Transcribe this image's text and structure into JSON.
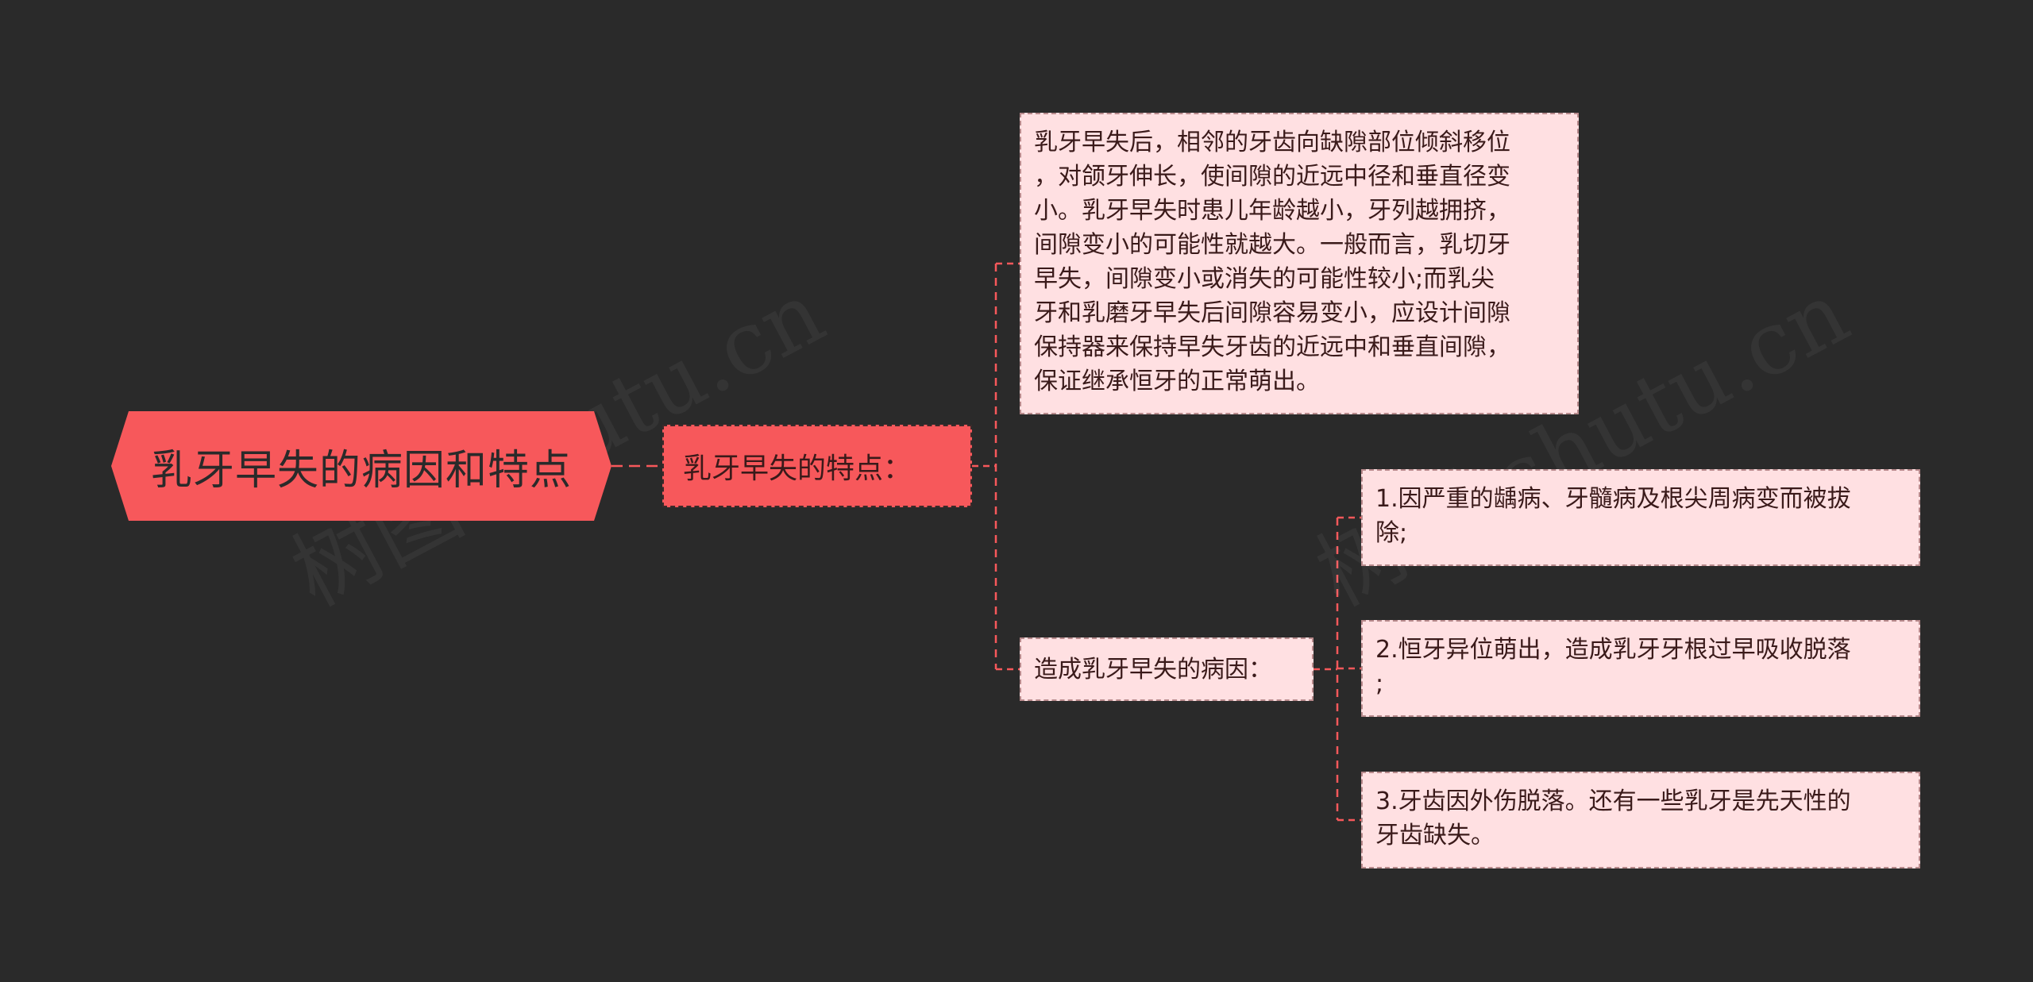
{
  "root": {
    "label": "乳牙早失的病因和特点"
  },
  "branches": [
    {
      "label": "乳牙早失的特点：",
      "children": [
        {
          "label": "乳牙早失后，相邻的牙齿向缺隙部位倾斜移位\n，对颌牙伸长，使间隙的近远中径和垂直径变\n小。乳牙早失时患儿年龄越小，牙列越拥挤，\n间隙变小的可能性就越大。一般而言，乳切牙\n早失，间隙变小或消失的可能性较小;而乳尖\n牙和乳磨牙早失后间隙容易变小，应设计间隙\n保持器来保持早失牙齿的近远中和垂直间隙，\n保证继承恒牙的正常萌出。"
        },
        {
          "label": "造成乳牙早失的病因：",
          "children": [
            {
              "label": "1.因严重的龋病、牙髓病及根尖周病变而被拔\n除;"
            },
            {
              "label": "2.恒牙异位萌出，造成乳牙牙根过早吸收脱落\n;"
            },
            {
              "label": "3.牙齿因外伤脱落。还有一些乳牙是先天性的\n牙齿缺失。"
            }
          ]
        }
      ]
    }
  ],
  "watermark": "树图 shutu.cn",
  "colors": {
    "background": "#2a2a2a",
    "root_fill": "#f7585b",
    "branch_fill": "#f7585b",
    "leaf_fill": "#ffe0e2",
    "connector": "#f7585b"
  }
}
